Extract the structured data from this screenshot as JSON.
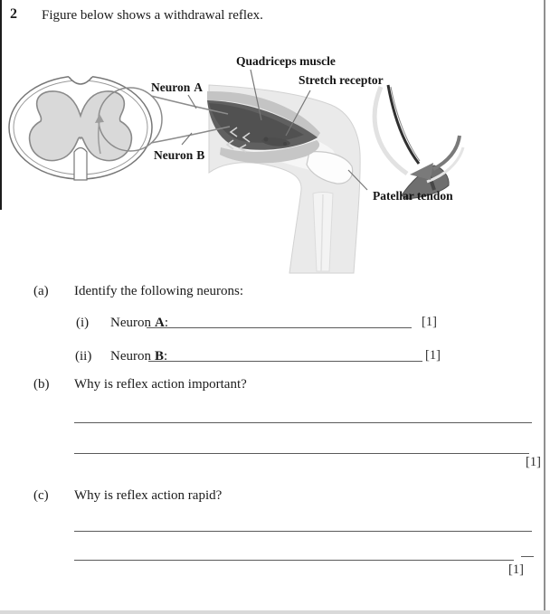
{
  "header": {
    "question_number": "2",
    "intro": "Figure below shows a withdrawal reflex."
  },
  "figure": {
    "labels": {
      "quadriceps": "Quadriceps muscle",
      "stretch_receptor": "Stretch receptor",
      "patellar_tendon": "Patellar tendon",
      "neuron_prefix": "Neuron",
      "neuron_a_letter": "A",
      "neuron_b_letter": "B"
    }
  },
  "questions": {
    "a": {
      "label": "(a)",
      "text": "Identify the following neurons:",
      "i": {
        "label": "(i)",
        "prefix": "Neuron",
        "letter": "A",
        "colon": ":",
        "marks": "[1]"
      },
      "ii": {
        "label": "(ii)",
        "prefix": "Neuron",
        "letter": "B",
        "colon": ":",
        "marks": "[1]"
      }
    },
    "b": {
      "label": "(b)",
      "text": "Why is reflex action important?",
      "marks": "[1]"
    },
    "c": {
      "label": "(c)",
      "text": "Why is reflex action rapid?",
      "marks": "[1]"
    }
  },
  "colors": {
    "page_rule": "#8f8f8f",
    "answer_line": "#5a5a5a",
    "gray_matter": "#d9d9d9",
    "muscle_dark": "#606060"
  }
}
